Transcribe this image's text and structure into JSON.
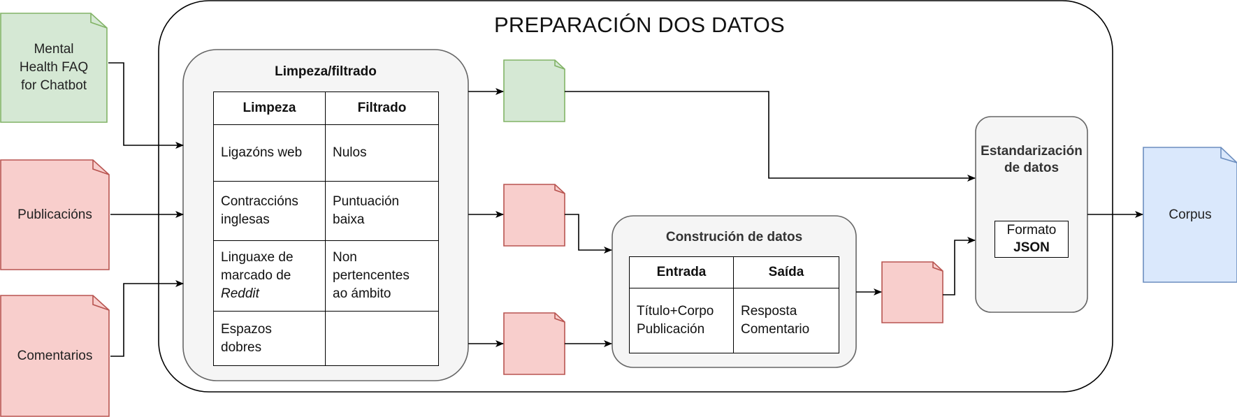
{
  "diagram": {
    "frame_title": "PREPARACIÓN DOS DATOS",
    "sources": {
      "faq": [
        "Mental",
        "Health FAQ",
        "for Chatbot"
      ],
      "publications": "Publicacións",
      "comments": "Comentarios"
    },
    "cleaning": {
      "title": "Limpeza/filtrado",
      "headers": [
        "Limpeza",
        "Filtrado"
      ],
      "rows": [
        {
          "left": [
            "Ligazóns web"
          ],
          "right": [
            "Nulos"
          ]
        },
        {
          "left": [
            "Contraccións",
            "inglesas"
          ],
          "right": [
            "Puntuación",
            "baixa"
          ]
        },
        {
          "left": [
            "Linguaxe de",
            "marcado de",
            "Reddit"
          ],
          "right": [
            "Non",
            "pertencentes",
            "ao ámbito"
          ]
        },
        {
          "left": [
            "Espazos",
            "dobres"
          ],
          "right": []
        }
      ]
    },
    "construction": {
      "title": "Construción de datos",
      "headers": [
        "Entrada",
        "Saída"
      ],
      "rows": [
        {
          "left": [
            "Título+Corpo",
            "Publicación"
          ],
          "right": [
            "Resposta",
            "Comentario"
          ]
        }
      ]
    },
    "standardization": {
      "title": [
        "Estandarización",
        "de datos"
      ],
      "format_label": "Formato",
      "format_value": "JSON"
    },
    "output": "Corpus",
    "colors": {
      "green_fill": "#d5e8d4",
      "green_stroke": "#82b366",
      "red_fill": "#f8cecc",
      "red_stroke": "#b85450",
      "blue_fill": "#dae8fc",
      "blue_stroke": "#6c8ebf",
      "group_fill": "#f5f5f5",
      "group_stroke": "#666666"
    }
  }
}
